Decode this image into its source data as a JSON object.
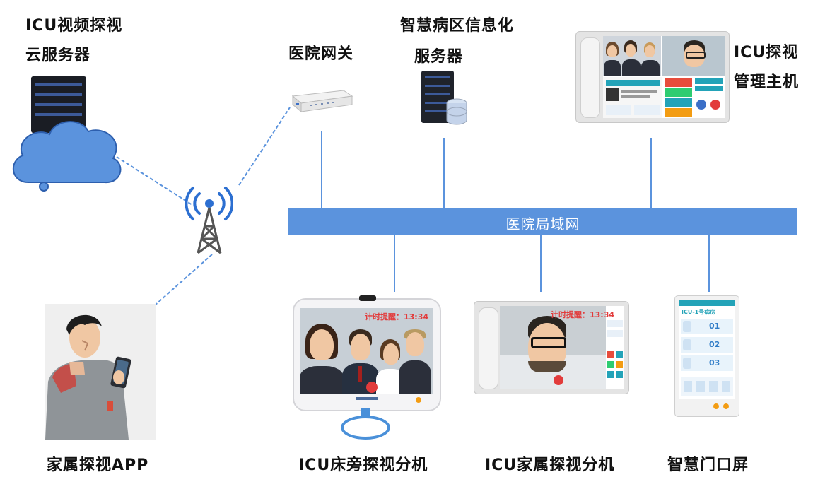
{
  "nodes": {
    "cloud_server": {
      "line1": "ICU视频探视",
      "line2": "云服务器"
    },
    "gateway": {
      "label": "医院网关"
    },
    "info_server": {
      "line1": "智慧病区信息化",
      "line2": "服务器"
    },
    "host": {
      "line1": "ICU探视",
      "line2": "管理主机"
    },
    "family_app": {
      "label": "家属探视APP"
    },
    "bedside": {
      "label": "ICU床旁探视分机",
      "timer": "计时提醒：13:34"
    },
    "family_ext": {
      "label": "ICU家属探视分机",
      "timer": "计时提醒：13:34"
    },
    "door_screen": {
      "label": "智慧门口屏",
      "title": "ICU-1号病房",
      "rooms": [
        "01",
        "02",
        "03"
      ]
    }
  },
  "network": {
    "label": "医院局域网"
  },
  "colors": {
    "bus": "#5b93dd",
    "link": "#5b93dd",
    "teal": "#23a3b8",
    "red": "#e23b3b"
  }
}
